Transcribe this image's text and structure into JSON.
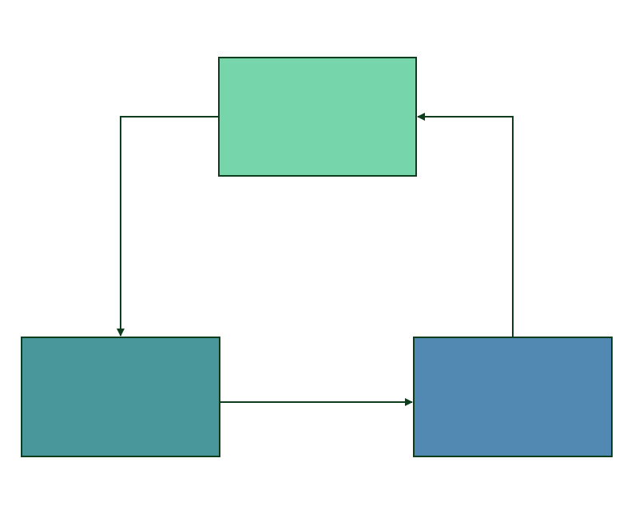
{
  "diagram": {
    "nodes": [
      {
        "id": "top",
        "label": "",
        "fill": "#76d5ab"
      },
      {
        "id": "bottom-left",
        "label": "",
        "fill": "#49979a"
      },
      {
        "id": "bottom-right",
        "label": "",
        "fill": "#5289b2"
      }
    ],
    "edges": [
      {
        "from": "top",
        "to": "bottom-left"
      },
      {
        "from": "bottom-left",
        "to": "bottom-right"
      },
      {
        "from": "bottom-right",
        "to": "top"
      }
    ],
    "stroke_color": "#0c3d1d"
  }
}
